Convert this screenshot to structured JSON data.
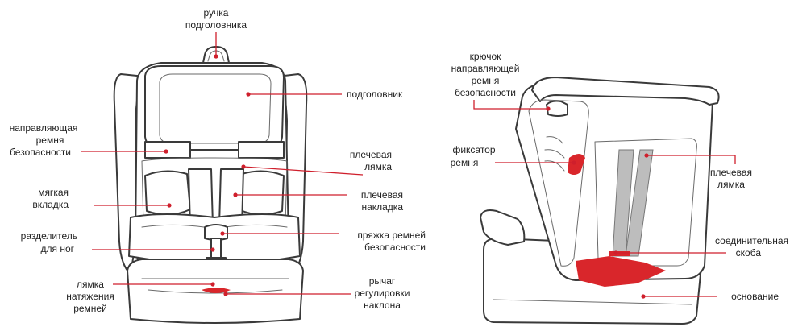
{
  "accent_color": "#d9262b",
  "front": {
    "handle": [
      "ручка",
      "подголовника"
    ],
    "headrest": [
      "подголовник"
    ],
    "belt_guide": [
      "направляющая",
      "ремня",
      "безопасности"
    ],
    "shoulder_strap": [
      "плечевая",
      "лямка"
    ],
    "soft_insert": [
      "мягкая",
      "вкладка"
    ],
    "shoulder_pad": [
      "плечевая",
      "накладка"
    ],
    "buckle": [
      "пряжка ремней",
      "безопасности"
    ],
    "crotch_divider": [
      "разделитель",
      "для ног"
    ],
    "tension_strap": [
      "лямка",
      "натяжения",
      "ремней"
    ],
    "recline_lever": [
      "рычаг",
      "регулировки",
      "наклона"
    ]
  },
  "side": {
    "guide_hook": [
      "крючок",
      "направляющей",
      "ремня",
      "безопасности"
    ],
    "belt_lock": [
      "фиксатор",
      "ремня"
    ],
    "shoulder_strap": [
      "плечевая",
      "лямка"
    ],
    "connector": [
      "соединительная",
      "скоба"
    ],
    "base": [
      "основание"
    ]
  }
}
